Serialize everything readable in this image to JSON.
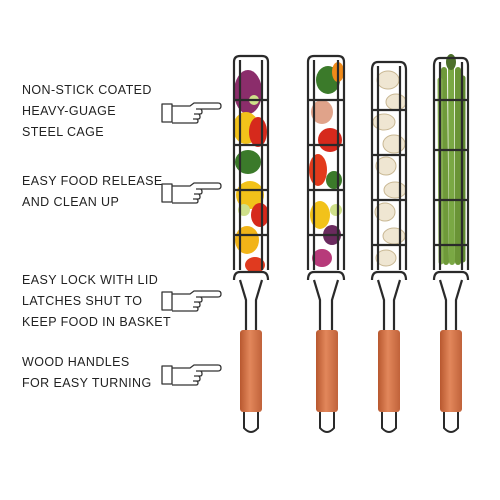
{
  "features": [
    {
      "lines": [
        "NON-STICK COATED",
        "HEAVY-GUAGE",
        "STEEL CAGE"
      ],
      "icon": "pointing-hand-icon"
    },
    {
      "lines": [
        "EASY FOOD RELEASE",
        "AND CLEAN UP"
      ],
      "icon": "pointing-hand-icon"
    },
    {
      "lines": [
        "EASY LOCK WITH LID",
        "LATCHES SHUT TO",
        "KEEP FOOD IN BASKET"
      ],
      "icon": "pointing-hand-icon"
    },
    {
      "lines": [
        "WOOD HANDLES",
        "FOR EASY TURNING"
      ],
      "icon": "pointing-hand-icon"
    }
  ],
  "colors": {
    "text": "#222222",
    "wire": "#2a2a2a",
    "wood": "#d8754a",
    "wood_dark": "#b8582f"
  },
  "baskets": [
    {
      "name": "mixed-peppers",
      "content": "pepper-and-zucchini-icon"
    },
    {
      "name": "tomato-pepper-zucchini",
      "content": "vegetable-mix-icon"
    },
    {
      "name": "mushrooms",
      "content": "mushroom-icon"
    },
    {
      "name": "asparagus",
      "content": "asparagus-icon"
    }
  ]
}
